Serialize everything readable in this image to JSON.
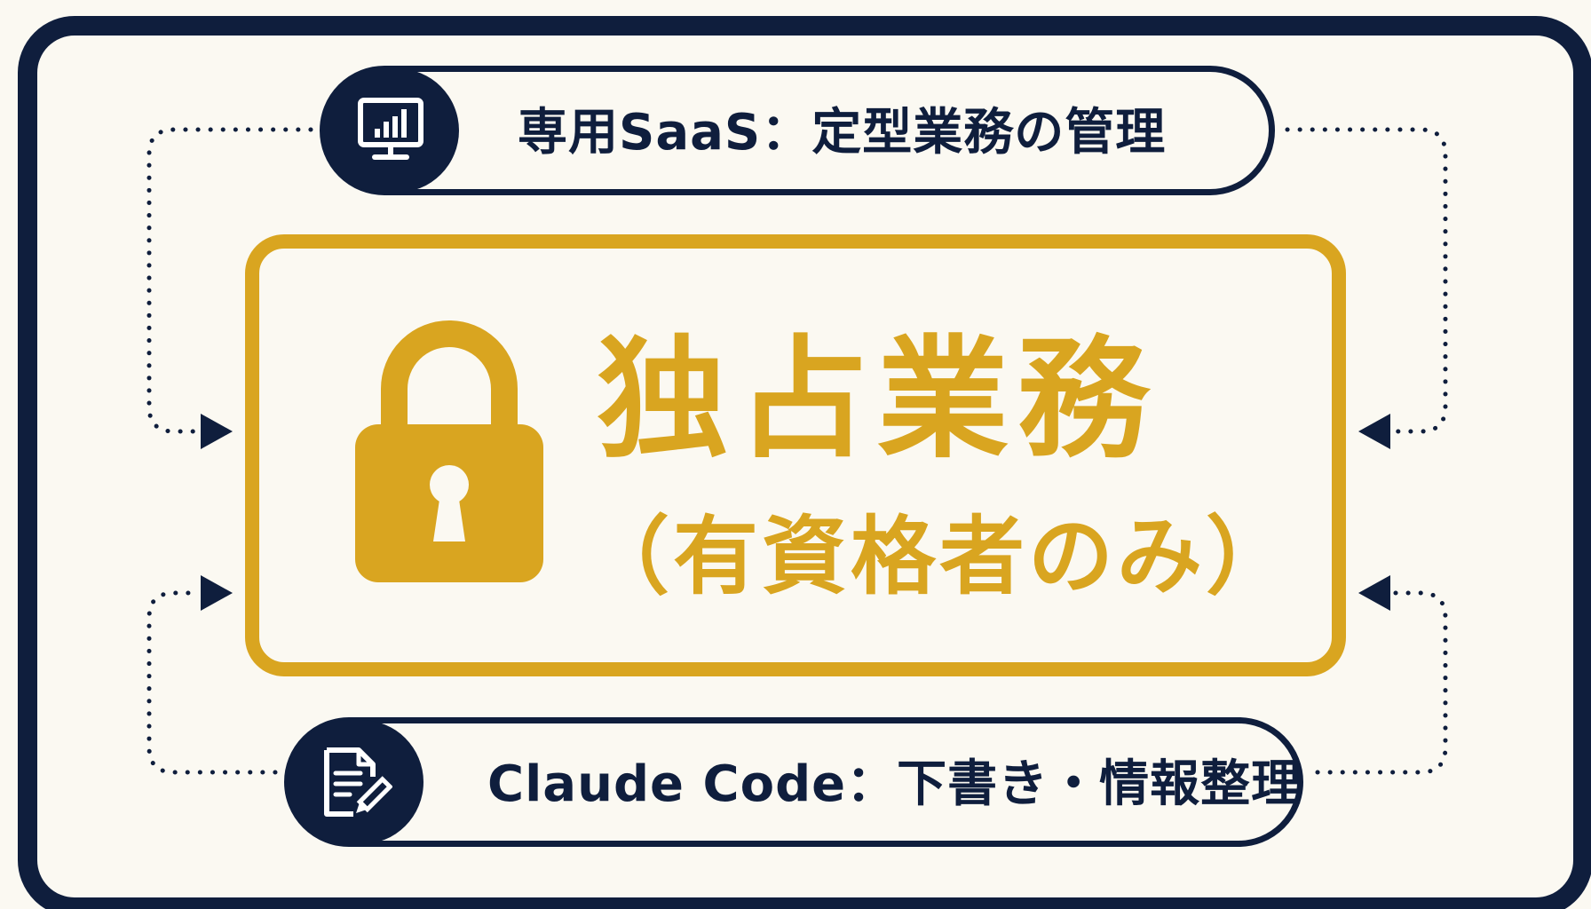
{
  "colors": {
    "navy": "#0f1e3d",
    "gold": "#d9a520",
    "background": "#fbf9f2"
  },
  "top_pill": {
    "icon": "monitor-chart-icon",
    "label": "専用SaaS：定型業務の管理"
  },
  "center_box": {
    "icon": "padlock-icon",
    "title": "独占業務",
    "subtitle": "（有資格者のみ）"
  },
  "bottom_pill": {
    "icon": "document-pencil-icon",
    "label": "Claude Code：下書き・情報整理"
  }
}
